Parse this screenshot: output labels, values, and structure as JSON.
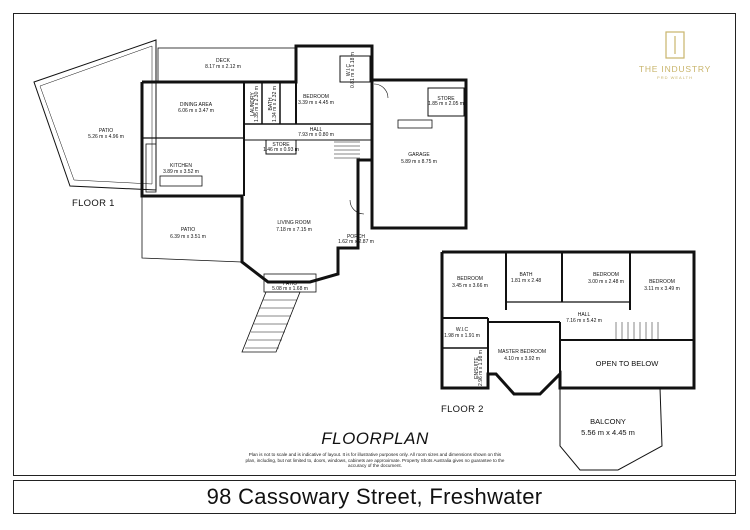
{
  "floors": {
    "floor1": "FLOOR 1",
    "floor2": "FLOOR 2"
  },
  "rooms_floor1": {
    "deck": {
      "name": "DECK",
      "dim": "8.17 m x 2.12 m"
    },
    "patio_left": {
      "name": "PATIO",
      "dim": "5.26 m x 4.96 m"
    },
    "dining": {
      "name": "DINING AREA",
      "dim": "6.06 m x 3.47 m"
    },
    "laundry": {
      "name": "LAUNDRY",
      "dim": "1.35 m x 2.30 m"
    },
    "bath1": {
      "name": "BATH",
      "dim": "1.34 m x 2.32 m"
    },
    "bedroom1": {
      "name": "BEDROOM",
      "dim": "3.39 m x 4.45 m"
    },
    "wic1": {
      "name": "W.I.C",
      "dim": "0.81 m x 1.18 m"
    },
    "hall1": {
      "name": "HALL",
      "dim": "7.93 m x 0.80 m"
    },
    "store1": {
      "name": "STORE",
      "dim": "1.46 m x 0.93 m"
    },
    "store2": {
      "name": "STORE",
      "dim": "1.85 m x 2.05 m"
    },
    "garage": {
      "name": "GARAGE",
      "dim": "5.89 m x 8.75 m"
    },
    "kitchen": {
      "name": "KITCHEN",
      "dim": "3.89 m x 3.52 m"
    },
    "patio_lower": {
      "name": "PATIO",
      "dim": "6.39 m x 3.51 m"
    },
    "living": {
      "name": "LIVING ROOM",
      "dim": "7.18 m x 7.15 m"
    },
    "porch": {
      "name": "PORCH",
      "dim": "1.62 m x 2.87 m"
    },
    "patio_small": {
      "name": "PATIO",
      "dim": "5.08 m x 1.68 m"
    }
  },
  "rooms_floor2": {
    "bedroom_a": {
      "name": "BEDROOM",
      "dim": "3.45 m x 3.66 m"
    },
    "bath2": {
      "name": "BATH",
      "dim": "1.81 m x 2.48"
    },
    "bedroom_b": {
      "name": "BEDROOM",
      "dim": "3.00 m x 2.48 m"
    },
    "bedroom_c": {
      "name": "BEDROOM",
      "dim": "3.11 m x 3.49 m"
    },
    "hall2": {
      "name": "HALL",
      "dim": "7.16 m x 5.42 m"
    },
    "wic2": {
      "name": "W.I.C",
      "dim": "1.98 m x 1.91 m"
    },
    "ensuite": {
      "name": "ENSUITE",
      "dim": "2.96 m x 1.98 m"
    },
    "master": {
      "name": "MASTER BEDROOM",
      "dim": "4.10 m x 3.92 m"
    },
    "open_below": {
      "name": "OPEN TO BELOW"
    },
    "balcony": {
      "name": "BALCONY",
      "dim": "5.56 m x 4.45 m"
    }
  },
  "heading": "FLOORPLAN",
  "disclaimer": "Plan is not to scale and is indicative of layout. It is for illustrative purposes only. All room sizes and dimensions shown on this plan, including, but not limited to, doors, windows, cabinets are approximate. Property Shots Australia gives no guarantee to the accuracy of the document.",
  "address": "98 Cassowary Street, Freshwater",
  "logo": {
    "name": "THE INDUSTRY",
    "sub": "PRD WEALTH",
    "color": "#c9b56c"
  }
}
